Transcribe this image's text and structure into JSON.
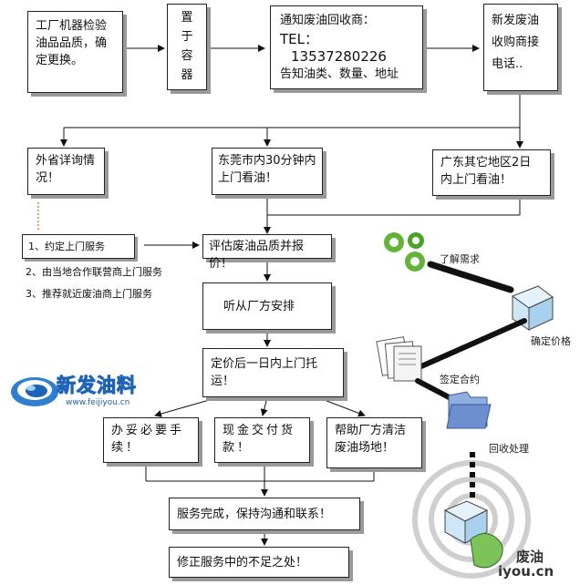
{
  "top_row": {
    "inspect": "工厂机器检验油品品质，确定更换。",
    "container": "置于容器",
    "notify_title": "通知废油回收商：",
    "notify_tel": "TEL：",
    "notify_phone": "13537280226",
    "notify_desc": "告知油类、数量、地址",
    "receive": "新发废油收购商接电话.."
  },
  "second_row": {
    "other_province": "外省详询情况！",
    "dongguan": "东莞市内30分钟内上门看油！",
    "guangdong": "广东其它地区2日内上门看油！"
  },
  "side_options": [
    "1、约定上门服务",
    "2、由当地合作联营商上门服务",
    "3、推荐就近废油商上门服务"
  ],
  "main_flow": {
    "evaluate": "评估废油品质并报价！",
    "arrange": "听从厂方安排",
    "pickup": "定价后一日内上门托运！"
  },
  "branch_row": {
    "procedures": "办妥必要手续！",
    "cash": "现金交付货款！",
    "clean": "帮助厂方清洁废油场地！"
  },
  "bottom": {
    "complete": "服务完成，保持沟通和联系！",
    "improve": "修正服务中的不足之处！"
  },
  "logo": {
    "name": "新发油料",
    "url": "www.feijiyou.cn"
  },
  "illustration_labels": {
    "understand": "了解需求",
    "confirm_price": "确定价格",
    "sign": "签定合约",
    "recycle": "回收处理"
  },
  "watermark": {
    "line1": "废油",
    "line2": "iyou.cn"
  }
}
